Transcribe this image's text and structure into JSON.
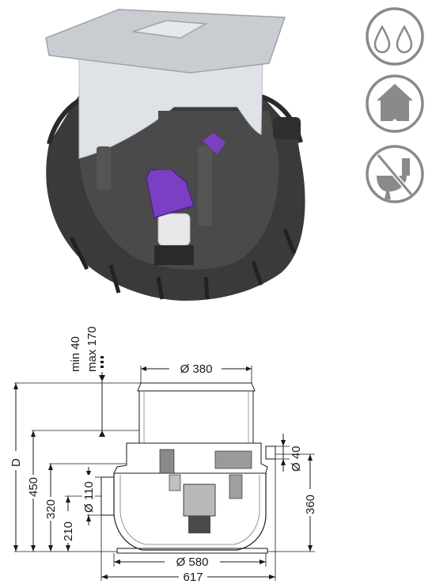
{
  "colors": {
    "tank_dark": "#3a3a3a",
    "tank_mid": "#555555",
    "lid_light": "#c9ccd1",
    "riser": "#dfe3e8",
    "accent_purple": "#7a3fc2",
    "icon_grey": "#8a8a8a",
    "line": "#1a1a1a"
  },
  "icons": [
    {
      "name": "water-drops-icon"
    },
    {
      "name": "house-icon"
    },
    {
      "name": "no-toilet-icon"
    }
  ],
  "dimensions": {
    "top_diameter": "Ø 380",
    "riser_range_min": "min 40",
    "riser_range_max": "max 170",
    "height_total": "D",
    "height_450": "450",
    "height_320": "320",
    "inlet_diameter": "Ø 110",
    "height_210": "210",
    "outlet_diameter": "Ø 40",
    "height_360": "360",
    "base_diameter": "Ø 580",
    "overall_width": "617"
  }
}
